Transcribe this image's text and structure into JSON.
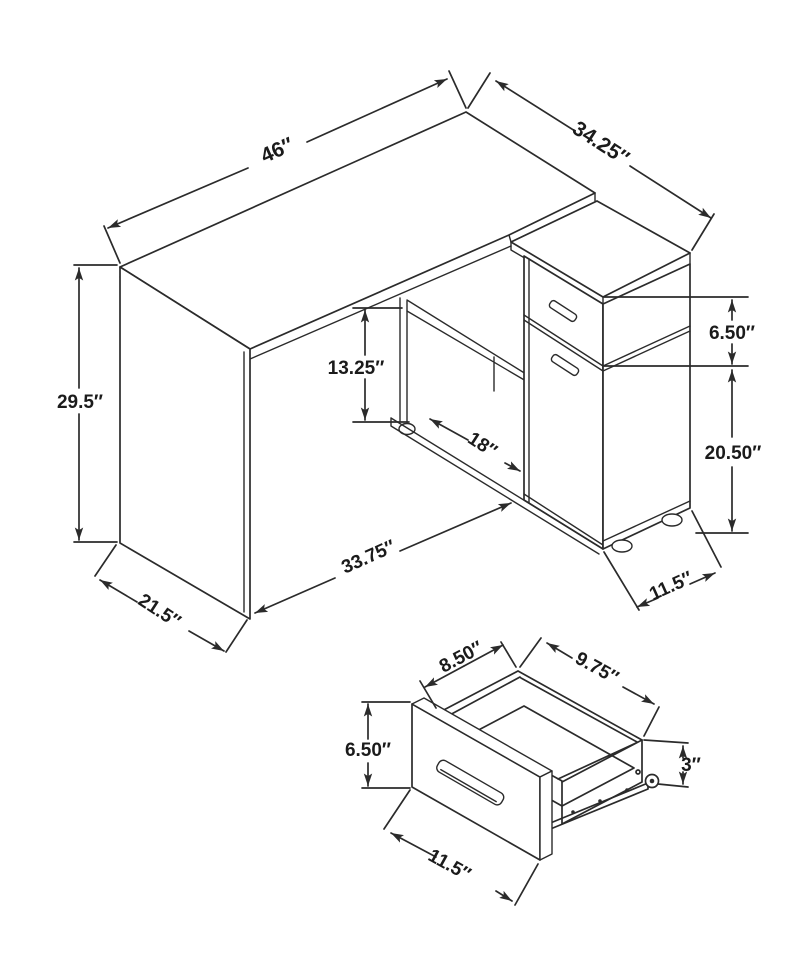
{
  "page": {
    "background": "#ffffff",
    "line_color": "#2b2b2b",
    "text_color": "#1b1b1b"
  },
  "desk_view": {
    "dimensions": {
      "top_length_left": "46″",
      "top_length_right": "34.25″",
      "overall_height": "29.5″",
      "opening_height": "13.25″",
      "drawer_front_height": "6.50″",
      "door_front_height": "20.50″",
      "shelf_width": "18″",
      "base_length": "33.75″",
      "side_depth": "21.5″",
      "cabinet_depth": "11.5″"
    }
  },
  "drawer_view": {
    "dimensions": {
      "inner_depth": "8.50″",
      "inner_width": "9.75″",
      "front_height": "6.50″",
      "slide_height": "3″",
      "front_width": "11.5″"
    }
  }
}
